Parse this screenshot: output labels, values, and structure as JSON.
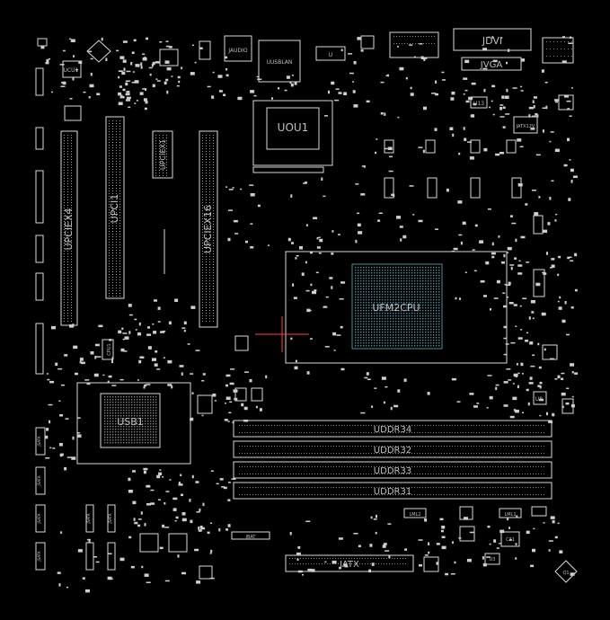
{
  "colors": {
    "background": "#000000",
    "outline": "#d9d9d9",
    "text": "#bfbfbf",
    "cpu_pads": "#4a8f99",
    "cursor": "#ff4040"
  },
  "labels": {
    "ucu1": "UCU1",
    "jaudio": "JAUDIO",
    "uusblan": "UUSBLAN",
    "u_top_small": "U",
    "jdvi": "JDVI",
    "jvga": "JVGA",
    "u13": "U13",
    "jatx12v": "JATX12V",
    "uou1": "UOU1",
    "upciex4": "UPCIEX4",
    "upci1": "UPCI1",
    "upciex1": "UPCIEX1",
    "upciex16": "UPCIEX16",
    "cpu": "UFM2CPU",
    "sb": "USB1",
    "cpu1": "CPU1",
    "u8": "U8",
    "uddr34": "UDDR34",
    "uddr32": "UDDR32",
    "uddr33": "UDDR33",
    "uddr31": "UDDR31",
    "jatx": "JATX",
    "lml2": "LML2",
    "lml1": "LML1",
    "c31": "C31",
    "u3": "U3",
    "jsata1": "JSATA",
    "jsata2": "JSATA",
    "jsata3": "JSATA",
    "jsata4": "JSATA",
    "jsata5": "JSATA",
    "jsata6": "JSATA",
    "jbat": "JBAT",
    "q1": "Q1"
  }
}
